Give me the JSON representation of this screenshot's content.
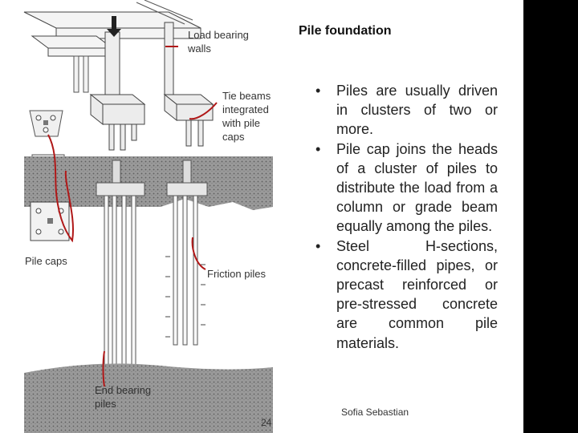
{
  "slide": {
    "title": "Pile foundation",
    "labels": {
      "load_bearing_walls": [
        "Load bearing",
        "walls"
      ],
      "tie_beams": [
        "Tie beams",
        "integrated",
        "with pile",
        "caps"
      ],
      "pile_caps": "Pile caps",
      "friction_piles": "Friction piles",
      "end_bearing_piles": [
        "End bearing",
        "piles"
      ]
    },
    "bullets": [
      "Piles are usually driven in clusters of two or more.",
      "Pile cap joins the heads of a cluster of piles to distribute the load from a column or grade beam equally among the piles.",
      "Steel H-sections, concrete-filled pipes, or precast reinforced or pre-stressed concrete are common pile materials."
    ],
    "bullet_symbol": "•",
    "author": "Sofia Sebastian",
    "page_number": "24"
  },
  "colors": {
    "annotation_line": "#b01818",
    "soil": "#8c8c8c",
    "background": "#ffffff",
    "side_bar": "#000000"
  }
}
